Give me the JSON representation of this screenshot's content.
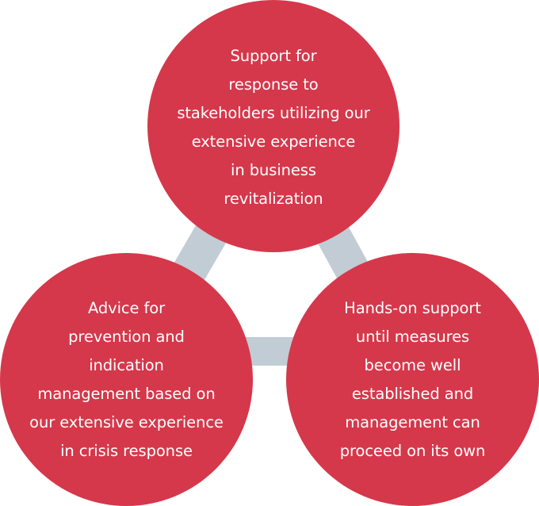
{
  "colors": {
    "circle_fill": "#d5384b",
    "connector": "#c2ccd5",
    "text": "#ffffff",
    "background": "#ffffff"
  },
  "nodes": [
    {
      "id": "top",
      "text": "Support for\nresponse to\nstakeholders utilizing our\nextensive experience\nin business\nrevitalization"
    },
    {
      "id": "bottom-left",
      "text": "Advice for\nprevention and\nindication\nmanagement based on\nour extensive experience\nin crisis response"
    },
    {
      "id": "bottom-right",
      "text": "Hands-on support\nuntil measures\nbecome well\nestablished and\nmanagement can\nproceed on its own"
    }
  ]
}
